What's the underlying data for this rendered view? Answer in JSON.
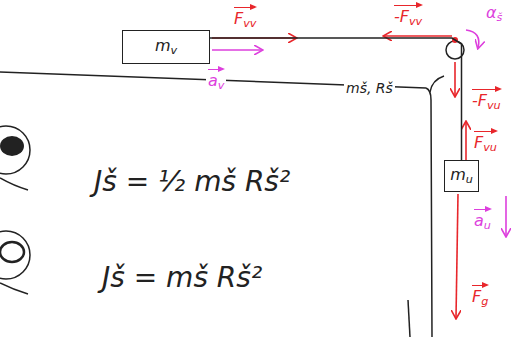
{
  "diagram": {
    "nodes": [
      {
        "text": [
          "mv"
        ]
      },
      {
        "text": [
          "mu"
        ]
      }
    ],
    "edges": [
      {
        "from": 0,
        "to": 1,
        "arrow": "none"
      }
    ],
    "labels": [
      "Fvv",
      "av",
      "-Fvv",
      "αš",
      "mš, Rš",
      "-Fvu",
      "Fvu",
      "au",
      "Fg",
      "Jš = ½ mš Rš²",
      "Jš = mš Rš²"
    ]
  }
}
